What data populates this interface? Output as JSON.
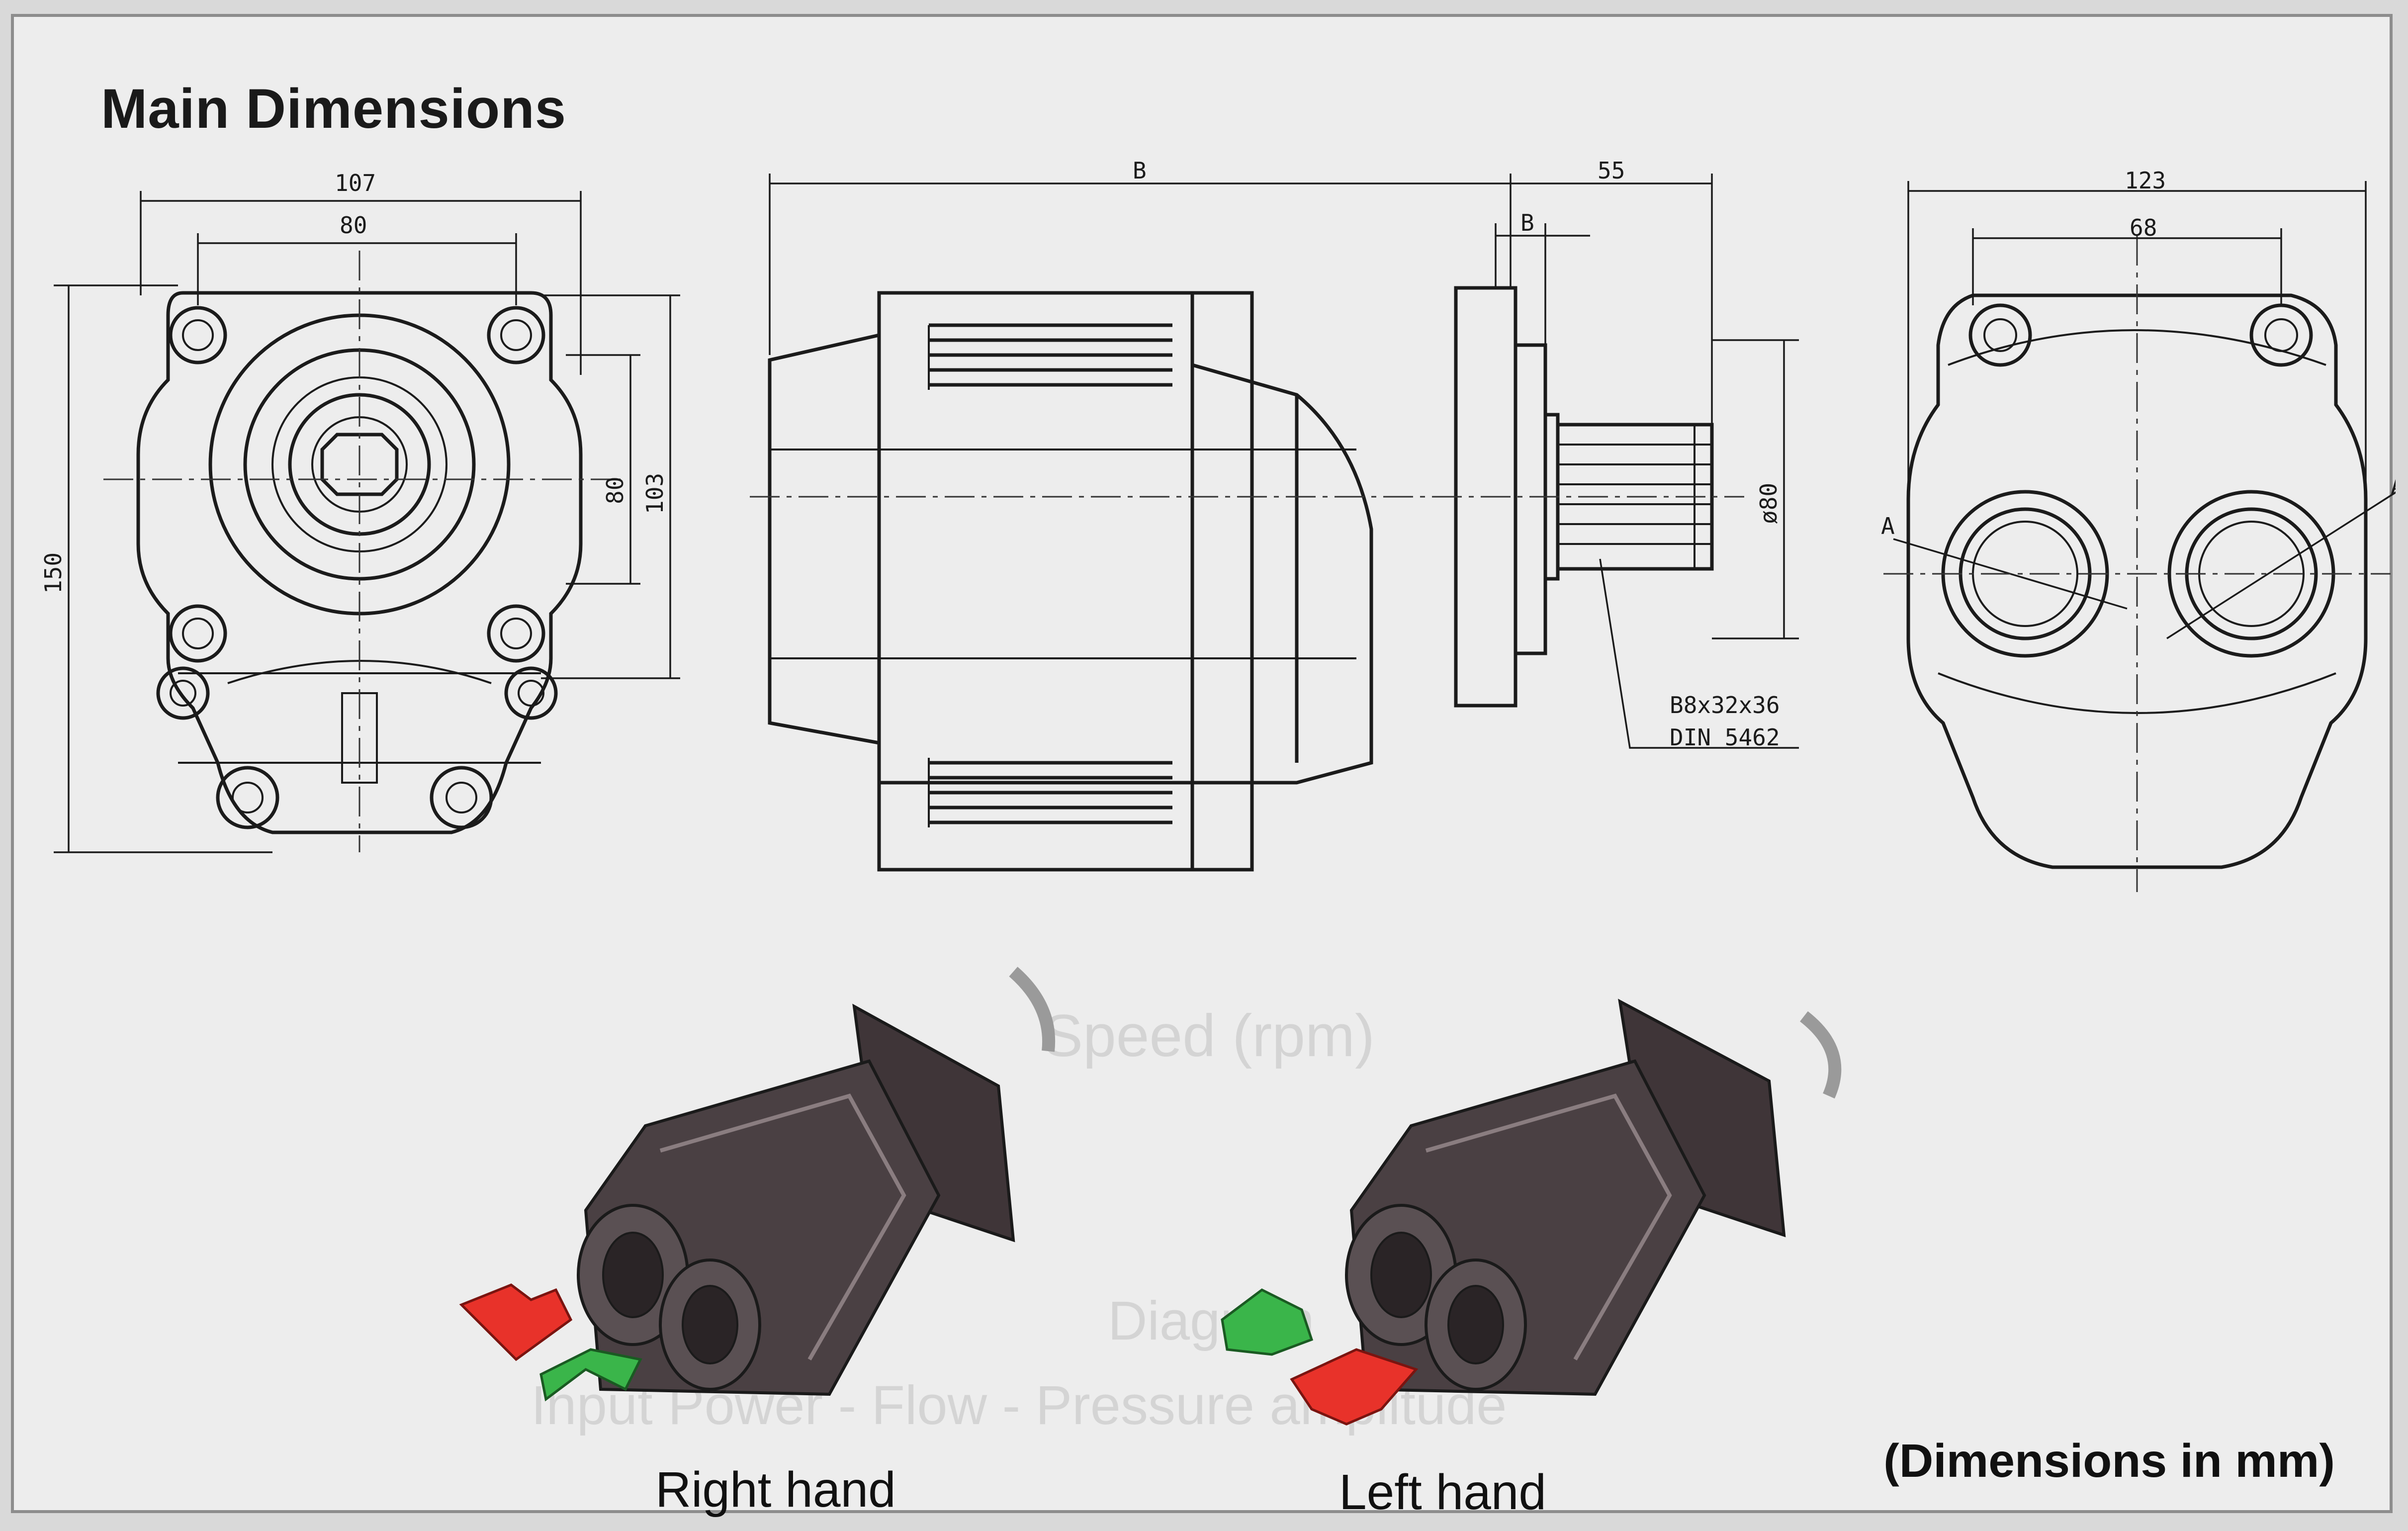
{
  "title": "Main Dimensions",
  "note": "(Dimensions in mm)",
  "captions": {
    "right_hand": "Right hand",
    "left_hand": "Left hand"
  },
  "front_view": {
    "dim_107": "107",
    "dim_80_top": "80",
    "dim_150": "150",
    "dim_80_side": "80",
    "dim_103": "103"
  },
  "side_view": {
    "dim_B": "B",
    "dim_55": "55",
    "dim_B_small": "B",
    "dim_phi80": "ø80",
    "spline_line1": "B8x32x36",
    "spline_line2": "DIN 5462"
  },
  "rear_view": {
    "dim_123": "123",
    "dim_68": "68",
    "section_left": "A",
    "section_right": "A"
  },
  "arrow_colors": {
    "red": "#e8322a",
    "green": "#3ab54a"
  }
}
